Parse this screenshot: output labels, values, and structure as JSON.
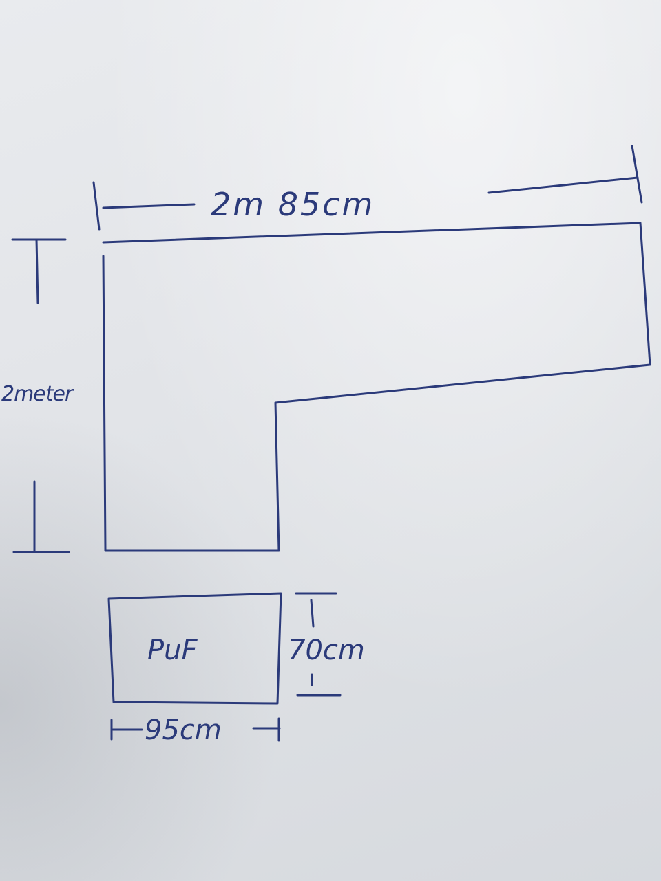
{
  "diagram": {
    "width_label": "2m 85cm",
    "height_label": "2meter",
    "puf_label": "PuF",
    "puf_depth_label": "70cm",
    "puf_width_label": "95cm"
  },
  "colors": {
    "ink": "#2b3a7a",
    "paper": "#e3e5e9"
  }
}
